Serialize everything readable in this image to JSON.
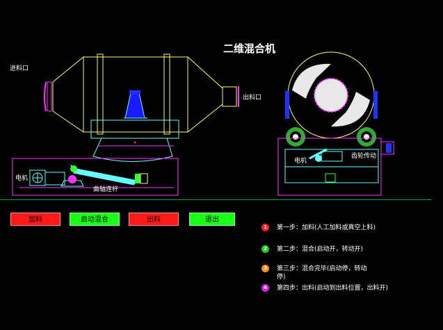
{
  "title": "二维混合机",
  "labels": {
    "inlet": "进料口",
    "outlet": "出料口",
    "motor_left": "电机",
    "crank": "曲轴连杆",
    "motor_right": "电机",
    "gear": "齿轮传动"
  },
  "buttons": {
    "feed": "加料",
    "start": "启动混合",
    "discharge": "出料",
    "exit": "退出"
  },
  "steps": [
    {
      "num": "1",
      "color": "#ff2020",
      "text": "第一步：加料(人工加料或真空上料)"
    },
    {
      "num": "2",
      "color": "#20d020",
      "text": "第二步：混合(启动开，转动开)"
    },
    {
      "num": "3",
      "color": "#ff8c1a",
      "text": "第三步：混合完毕(启动停，转动停)"
    },
    {
      "num": "4",
      "color": "#e020e0",
      "text": "第四步：出料(启动到出料位置，出料开)"
    }
  ],
  "colors": {
    "outline_yellow": "#ffff66",
    "outline_cyan": "#66ffff",
    "outline_magenta": "#ff33ff",
    "accent_blue": "#2233ff",
    "accent_green": "#33ff33"
  }
}
